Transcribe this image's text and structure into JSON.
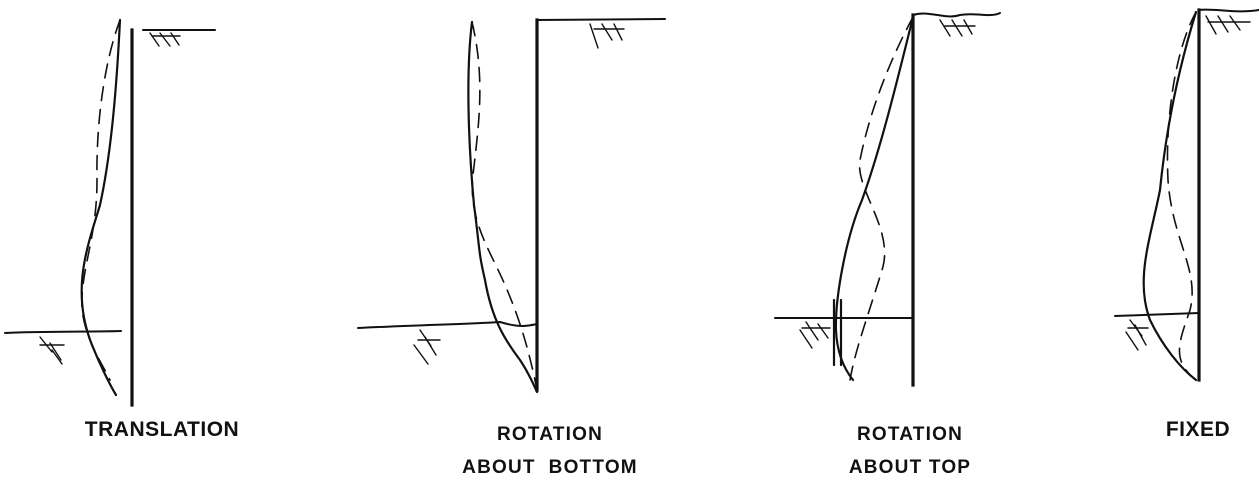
{
  "panels": [
    {
      "id": "translation",
      "caption_lines": [
        "TRANSLATION"
      ]
    },
    {
      "id": "rotation-about-bottom",
      "caption_lines": [
        "ROTATION",
        "ABOUT  BOTTOM"
      ]
    },
    {
      "id": "rotation-about-top",
      "caption_lines": [
        "ROTATION",
        "ABOUT TOP"
      ]
    },
    {
      "id": "fixed",
      "caption_lines": [
        "FIXED"
      ]
    }
  ],
  "line_styles": {
    "solid": "#111111",
    "dashed": "#111111"
  }
}
